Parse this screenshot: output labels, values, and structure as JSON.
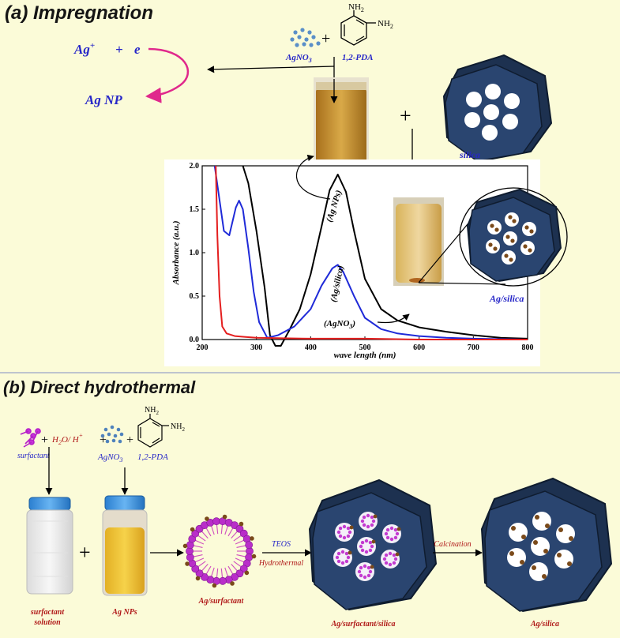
{
  "section_a": {
    "title": "(a) Impregnation",
    "reaction": {
      "ag_ion": "Ag",
      "ion_charge": "+",
      "plus": "+",
      "electron": "e",
      "product": "Ag NP"
    },
    "reagents": {
      "agno3": "AgNO",
      "agno3_sub": "3",
      "plus": "+",
      "pda": "1,2-PDA",
      "nh2_top": "NH",
      "nh2_right": "NH",
      "sub2": "2"
    },
    "plus_silica": "+",
    "silica_label": "silica",
    "product_label": "Ag/silica"
  },
  "section_b": {
    "title": "(b) Direct hydrothermal",
    "surfactant_label": "surfactant",
    "plus1": "+",
    "acid": "H",
    "acid_sub": "2",
    "acid_rest": "O/ H",
    "acid_sup": "+",
    "plus2": "+",
    "agno3": "AgNO",
    "agno3_sub": "3",
    "plus3": "+",
    "pda": "1,2-PDA",
    "nh2_top": "NH",
    "nh2_right": "NH",
    "sub2": "2",
    "tube1_label_l1": "surfactant",
    "tube1_label_l2": "solution",
    "plus_tubes": "+",
    "tube2_label": "Ag NPs",
    "micelle_label": "Ag/surfactant",
    "step1_top": "TEOS",
    "step1_bottom": "Hydrothermal",
    "composite_label": "Ag/surfactant/silica",
    "step2": "Calcination",
    "final_label": "Ag/silica"
  },
  "chart_data": {
    "type": "line",
    "xlabel": "wave length (nm)",
    "ylabel": "Absorbance (a.u.)",
    "xlim": [
      200,
      800
    ],
    "ylim": [
      0.0,
      2.0
    ],
    "xticks": [
      200,
      300,
      400,
      500,
      600,
      700,
      800
    ],
    "yticks": [
      0.0,
      0.5,
      1.0,
      1.5,
      2.0
    ],
    "series": [
      {
        "name": "(Ag NPs)",
        "color": "#000000",
        "x": [
          275,
          285,
          300,
          315,
          325,
          335,
          345,
          360,
          380,
          400,
          420,
          435,
          450,
          465,
          480,
          500,
          530,
          560,
          600,
          650,
          700,
          750,
          800
        ],
        "y": [
          2.0,
          1.8,
          1.25,
          0.6,
          0.05,
          -0.15,
          -0.08,
          0.1,
          0.35,
          0.75,
          1.3,
          1.72,
          1.9,
          1.7,
          1.25,
          0.7,
          0.35,
          0.22,
          0.14,
          0.09,
          0.05,
          0.02,
          0.01
        ]
      },
      {
        "name": "(Ag/silica)",
        "color": "#1f2ad8",
        "x": [
          223,
          240,
          250,
          262,
          268,
          275,
          285,
          295,
          305,
          320,
          340,
          370,
          400,
          420,
          440,
          450,
          460,
          480,
          500,
          530,
          560,
          600,
          650,
          700,
          800
        ],
        "y": [
          2.0,
          1.25,
          1.2,
          1.52,
          1.6,
          1.5,
          1.05,
          0.55,
          0.2,
          0.02,
          0.05,
          0.15,
          0.35,
          0.62,
          0.82,
          0.86,
          0.78,
          0.5,
          0.25,
          0.12,
          0.07,
          0.04,
          0.02,
          0.01,
          0.0
        ]
      },
      {
        "name": "(AgNO3)",
        "color": "#e41f1f",
        "x": [
          225,
          228,
          232,
          237,
          245,
          260,
          280,
          300,
          350,
          400,
          500,
          600,
          700,
          800
        ],
        "y": [
          2.0,
          1.2,
          0.5,
          0.15,
          0.07,
          0.04,
          0.03,
          0.02,
          0.015,
          0.01,
          0.01,
          0.0,
          0.0,
          0.0
        ]
      }
    ]
  },
  "colors": {
    "background": "#fbfbd8",
    "title": "#151515",
    "blue_text": "#2727c8",
    "red_text": "#b01818",
    "magenta": "#e0288c",
    "silica_blue": "#253e63",
    "silica_blue_dark": "#16283f",
    "solution": "#cf9a2e",
    "nanoparticle": "#7a4a1a"
  }
}
